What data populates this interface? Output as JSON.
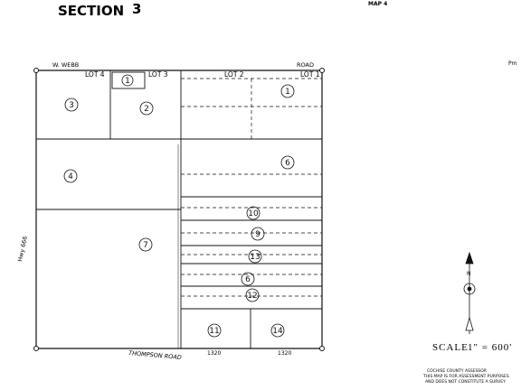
{
  "header": {
    "section_title": "SECTION",
    "section_number": "3",
    "map_label": "MAP 4"
  },
  "corner_mark": "Pm",
  "roads": {
    "top_left": "W. WEBB",
    "top_right": "ROAD",
    "left": "Hwy 666",
    "bottom": "THOMPSON ROAD"
  },
  "lots": [
    "LOT 4",
    "LOT 3",
    "LOT 2",
    "LOT 1"
  ],
  "parcels": [
    "1",
    "1",
    "2",
    "3",
    "4",
    "6",
    "7",
    "10",
    "9",
    "13",
    "6",
    "12",
    "11",
    "14"
  ],
  "dimensions": {
    "bottom_1": "1320",
    "bottom_2": "1320"
  },
  "scale": {
    "label": "SCALE",
    "value": "1\" = 600'"
  },
  "assessor_note": [
    "COCHISE COUNTY ASSESSOR",
    "THIS MAP IS FOR ASSESSMENT PURPOSES",
    "AND DOES NOT CONSTITUTE A SURVEY"
  ],
  "north_arrow": {
    "label": "N"
  }
}
